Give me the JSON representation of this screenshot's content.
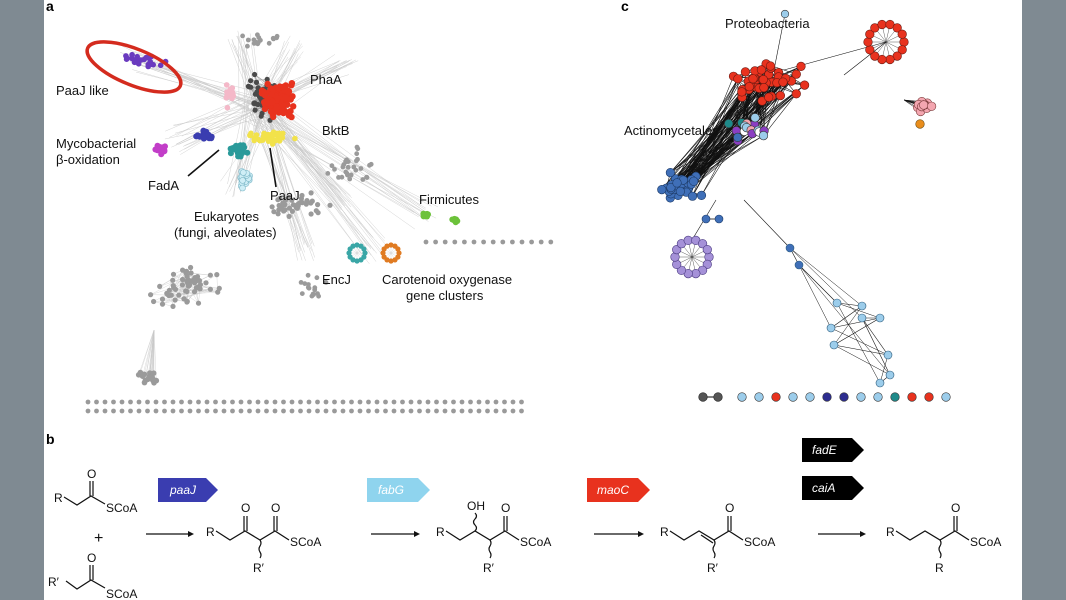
{
  "panels": {
    "a": {
      "label": "a",
      "annotations": {
        "paaj_like": "PaaJ like",
        "phaa": "PhaA",
        "bktb": "BktB",
        "myco1": "Mycobacterial",
        "myco2": "β-oxidation",
        "fada": "FadA",
        "paaj": "PaaJ",
        "euk1": "Eukaryotes",
        "euk2": "(fungi, alveolates)",
        "firmicutes": "Firmicutes",
        "encj": "EncJ",
        "caro1": "Carotenoid oxygenase",
        "caro2": "gene clusters"
      },
      "colors": {
        "phaa": "#e8321e",
        "bktb": "#f2e24a",
        "mycobacterial": "#c23ec8",
        "paaj_like": "#6a3bbf",
        "fada": "#3a3db0",
        "paaj": "#2a9a9a",
        "eukaryotes": "#cfeef6",
        "firmicutes": "#6cc23a",
        "encj": "#3aa6a6",
        "carotenoid": "#e07b22",
        "other": "#9a9a9a",
        "highlight_ellipse": "#d42b1e"
      }
    },
    "c": {
      "label": "c",
      "annotations": {
        "proteobacteria": "Proteobacteria",
        "actinomycetales": "Actinomycetales"
      },
      "colors": {
        "proteobacteria": "#e8321e",
        "pink": "#f4a6b0",
        "actino": "#3f6fb8",
        "lavender": "#a591d8",
        "lightblue": "#9ccdeb",
        "navy": "#2d2d8f",
        "teal": "#1f8a8a",
        "orange": "#e98d1c",
        "purple": "#8b3ec2"
      }
    },
    "b": {
      "label": "b",
      "genes": {
        "paaj": "paaJ",
        "fabg": "fabG",
        "maoc": "maoC",
        "fade": "fadE",
        "caia": "caiA"
      },
      "gene_colors": {
        "paaj": "#3a3db0",
        "fabg": "#8fd4ee",
        "maoc": "#e8321e",
        "fade": "#000000",
        "caia": "#000000"
      },
      "chem": {
        "r": "R",
        "rp": "R′",
        "o": "O",
        "oh": "OH",
        "scoa": "SCoA",
        "plus": "+"
      }
    }
  }
}
